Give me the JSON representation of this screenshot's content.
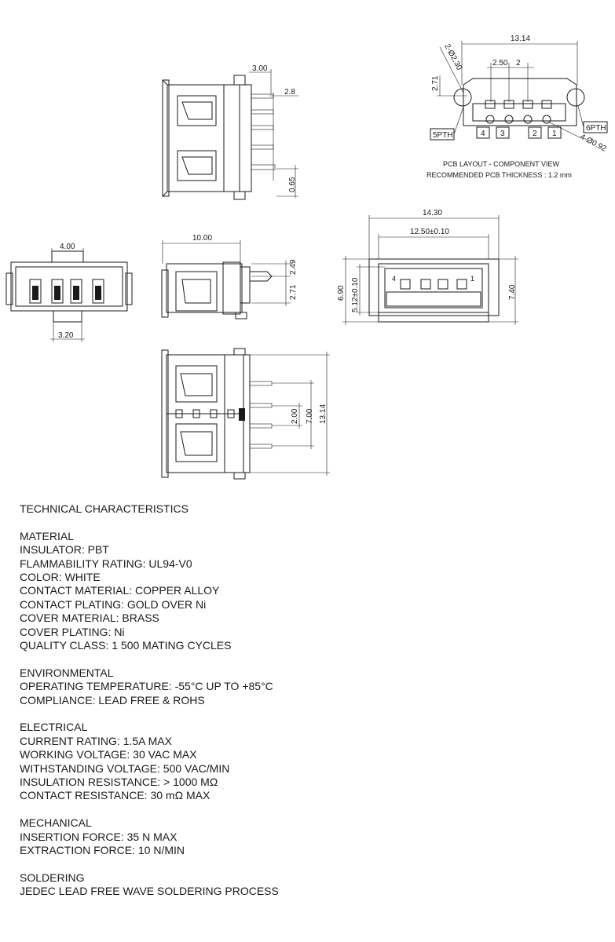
{
  "drawing": {
    "top_view": {
      "dim_3_00": "3.00",
      "dim_2_8": "2.8",
      "dim_0_65": "0.65"
    },
    "pcb_layout": {
      "dim_13_14": "13.14",
      "dim_2_50": "2.50",
      "dim_2": "2",
      "dim_2_71": "2.71",
      "hole_large": "2-Ø2.30",
      "hole_small": "4-Ø0.92",
      "label_5pth": "5PTH",
      "label_6pth": "6PTH",
      "pins": [
        "4",
        "3",
        "2",
        "1"
      ],
      "caption_1": "PCB LAYOUT - COMPONENT VIEW",
      "caption_2": "RECOMMENDED  PCB THICKNESS : 1.2 mm"
    },
    "bottom_view": {
      "dim_4_00": "4.00",
      "dim_3_20": "3.20"
    },
    "side_view": {
      "dim_10_00": "10.00",
      "dim_2_49": "2.49",
      "dim_2_71": "2.71"
    },
    "front_view": {
      "dim_14_30": "14.30",
      "dim_12_50": "12.50±0.10",
      "dim_6_90": "6.90",
      "dim_5_12": "5.12±0.10",
      "dim_7_40": "7.40",
      "pin_4": "4",
      "pin_1": "1"
    },
    "lower_view": {
      "dim_2_00": "2.00",
      "dim_7_00": "7.00",
      "dim_13_14": "13.14"
    }
  },
  "specs": {
    "heading": "TECHNICAL CHARACTERISTICS",
    "sections": [
      {
        "title": "MATERIAL",
        "lines": [
          "INSULATOR: PBT",
          "FLAMMABILITY RATING: UL94-V0",
          "COLOR: WHITE",
          "CONTACT MATERIAL: COPPER ALLOY",
          "CONTACT PLATING: GOLD OVER Ni",
          "COVER MATERIAL: BRASS",
          "COVER PLATING: Ni",
          "QUALITY CLASS: 1 500 MATING CYCLES"
        ]
      },
      {
        "title": "ENVIRONMENTAL",
        "lines": [
          "OPERATING TEMPERATURE: -55°C UP TO +85°C",
          "COMPLIANCE: LEAD FREE & ROHS"
        ]
      },
      {
        "title": "ELECTRICAL",
        "lines": [
          "CURRENT RATING: 1.5A MAX",
          "WORKING VOLTAGE: 30 VAC MAX",
          "WITHSTANDING VOLTAGE: 500 VAC/MIN",
          "INSULATION RESISTANCE: > 1000 MΩ",
          "CONTACT RESISTANCE: 30 mΩ MAX"
        ]
      },
      {
        "title": "MECHANICAL",
        "lines": [
          "INSERTION FORCE: 35 N MAX",
          "EXTRACTION FORCE: 10 N/MIN"
        ]
      },
      {
        "title": "SOLDERING",
        "lines": [
          "JEDEC LEAD FREE WAVE SOLDERING PROCESS"
        ]
      }
    ]
  }
}
